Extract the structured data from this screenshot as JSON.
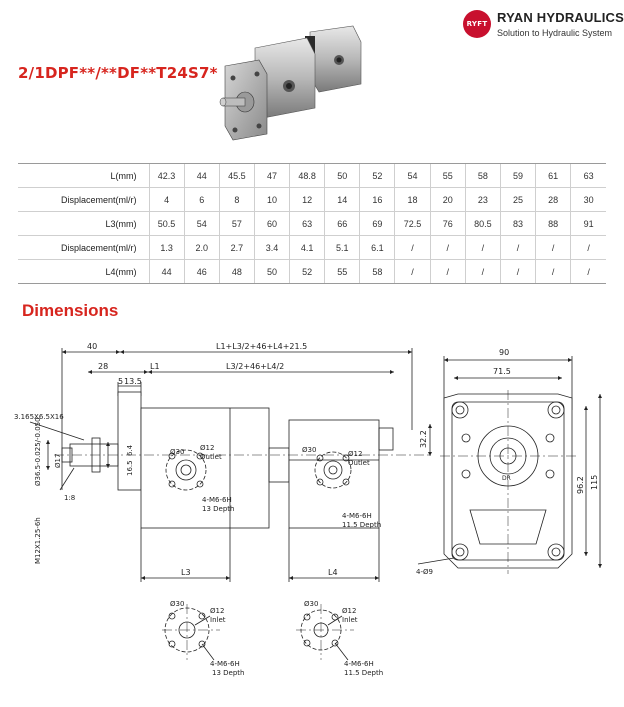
{
  "header": {
    "logo_text": "RYFT",
    "brand": "RYAN HYDRAULICS",
    "tagline": "Solution to Hydraulic System"
  },
  "model_code": "2/1DPF**/**DF**T24S7*",
  "spec_table": {
    "rows": [
      {
        "label": "L(mm)",
        "values": [
          "42.3",
          "44",
          "45.5",
          "47",
          "48.8",
          "50",
          "52",
          "54",
          "55",
          "58",
          "59",
          "61",
          "63"
        ]
      },
      {
        "label": "Displacement(ml/r)",
        "values": [
          "4",
          "6",
          "8",
          "10",
          "12",
          "14",
          "16",
          "18",
          "20",
          "23",
          "25",
          "28",
          "30"
        ]
      },
      {
        "label": "L3(mm)",
        "values": [
          "50.5",
          "54",
          "57",
          "60",
          "63",
          "66",
          "69",
          "72.5",
          "76",
          "80.5",
          "83",
          "88",
          "91"
        ]
      },
      {
        "label": "Displacement(ml/r)",
        "values": [
          "1.3",
          "2.0",
          "2.7",
          "3.4",
          "4.1",
          "5.1",
          "6.1",
          "/",
          "/",
          "/",
          "/",
          "/",
          "/"
        ]
      },
      {
        "label": "L4(mm)",
        "values": [
          "44",
          "46",
          "48",
          "50",
          "52",
          "55",
          "58",
          "/",
          "/",
          "/",
          "/",
          "/",
          "/"
        ]
      }
    ]
  },
  "section_title": "Dimensions",
  "drawing": {
    "dim_40": "40",
    "dim_total": "L1+L3/2+46+L4+21.5",
    "dim_28": "28",
    "dim_l1": "L1",
    "dim_mid": "L3/2+46+L4/2",
    "dim_5": "5",
    "dim_13_5": "13.5",
    "dim_key": "3.165X6.5X16",
    "dim_shaft": "Ø36.5-0.025/-0.050",
    "dim_17": "Ø17",
    "dim_taper": "1:8",
    "dim_thread": "M12X1.25-6h",
    "dim_16_5": "16.5",
    "dim_6_4": "6.4",
    "front_d30": "Ø30",
    "front_d12": "Ø12",
    "front_outlet": "Outlet",
    "front_screw": "4-M6-6H",
    "front_depth": "13 Depth",
    "rear_d30": "Ø30",
    "rear_d12": "Ø12",
    "rear_outlet": "Outlet",
    "rear_screw": "4-M6-6H",
    "rear_depth": "11.5 Depth",
    "dim_l3": "L3",
    "dim_l4": "L4",
    "side_90": "90",
    "side_71_5": "71.5",
    "side_32_2": "32.2",
    "side_96_2": "96.2",
    "side_115": "115",
    "side_holes": "4-Ø9",
    "side_drain": "DR",
    "inlet1_d30": "Ø30",
    "inlet1_d12": "Ø12",
    "inlet1_label": "Inlet",
    "inlet1_screw": "4-M6-6H",
    "inlet1_depth": "13 Depth",
    "inlet2_d30": "Ø30",
    "inlet2_d12": "Ø12",
    "inlet2_label": "Inlet",
    "inlet2_screw": "4-M6-6H",
    "inlet2_depth": "11.5 Depth"
  }
}
